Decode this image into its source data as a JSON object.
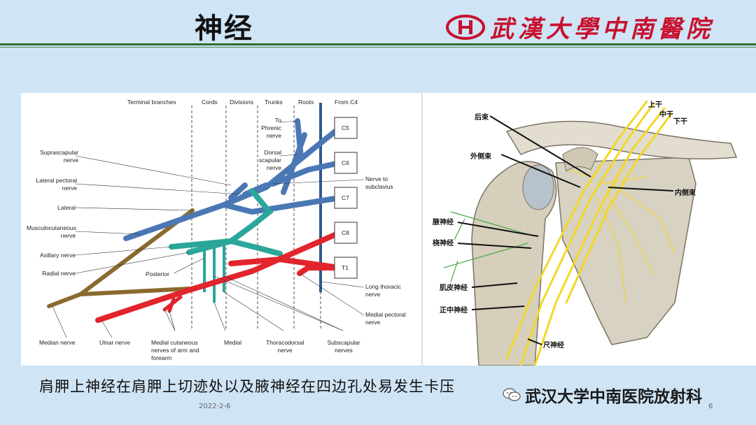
{
  "slide": {
    "title": "神经",
    "logo_text": "武漢大學中南醫院",
    "caption": "肩胛上神经在肩胛上切迹处以及腋神经在四边孔处易发生卡压",
    "date": "2022-2-6",
    "page": "6",
    "watermark": "武汉大学中南医院放射科"
  },
  "left_figure": {
    "headers": [
      "Terminal branches",
      "Cords",
      "Divisions",
      "Trunks",
      "Roots",
      "From C4"
    ],
    "roots": [
      "C5",
      "C6",
      "C7",
      "C8",
      "T1"
    ],
    "labels_left": [
      "Suprascapular nerve",
      "Lateral pectoral nerve",
      "Lateral",
      "Musculocutaneous nerve",
      "Axillary nerve",
      "Radial nerve",
      "Posterior"
    ],
    "labels_top": [
      "To Phrenic nerve",
      "Dorsal scapular nerve"
    ],
    "labels_right": [
      "Nerve to subclavius",
      "Long thoracic nerve",
      "Medial pectoral nerve"
    ],
    "labels_bottom": [
      "Median nerve",
      "Ulnar nerve",
      "Medial cutaneous nerves of arm and forearm",
      "Medial",
      "Thoracodorsal nerve",
      "Subscapular nerves"
    ]
  },
  "right_figure": {
    "labels": [
      "后束",
      "外侧束",
      "上干",
      "中干",
      "下干",
      "内侧束",
      "腋神经",
      "桡神经",
      "肌皮神经",
      "正中神经",
      "尺神经"
    ]
  },
  "colors": {
    "upper": "#4a78b5",
    "middle": "#2aa69a",
    "lower": "#e2242c",
    "brown": "#8a6a2e",
    "yellow": "#f3d727"
  }
}
